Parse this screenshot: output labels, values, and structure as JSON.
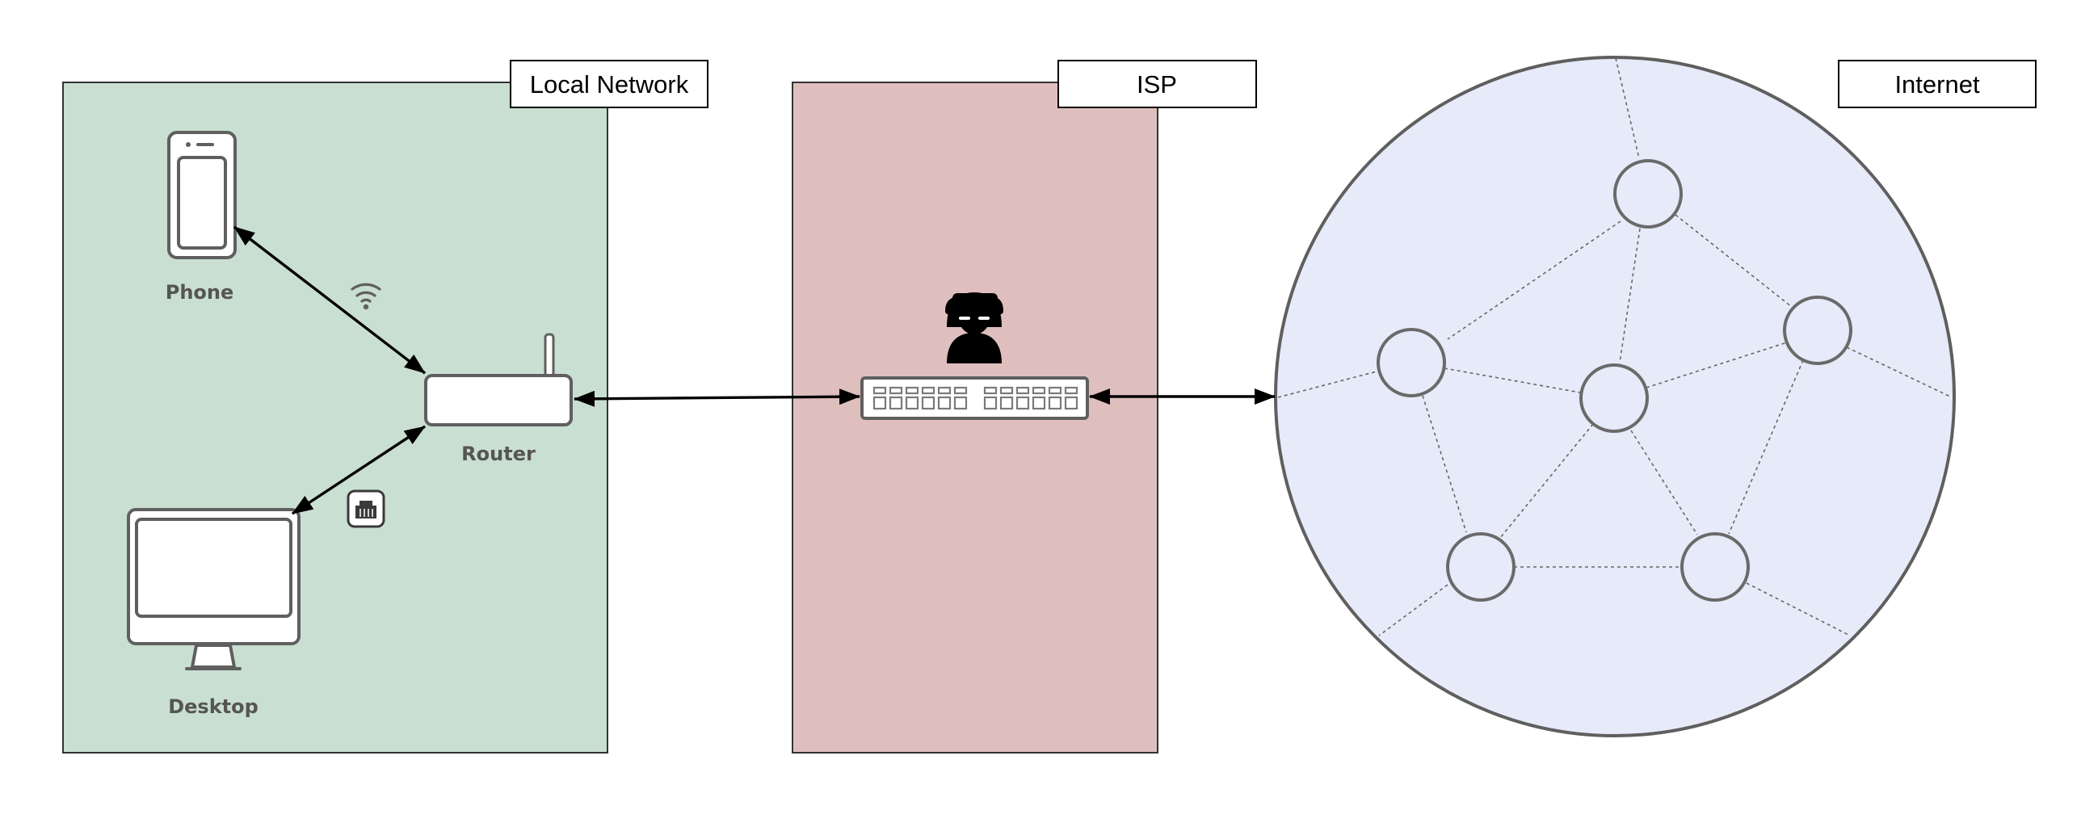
{
  "zones": {
    "local_network": {
      "title": "Local Network"
    },
    "isp": {
      "title": "ISP"
    },
    "internet": {
      "title": "Internet"
    }
  },
  "devices": {
    "phone": {
      "label": "Phone"
    },
    "router": {
      "label": "Router"
    },
    "desktop": {
      "label": "Desktop"
    }
  },
  "icons": {
    "wifi": "wifi-icon",
    "ethernet": "ethernet-port-icon",
    "spy": "spy-icon",
    "switch": "network-switch-icon"
  },
  "colors": {
    "local_network_fill": "#c9dfd1",
    "isp_fill": "#dfbfbe",
    "internet_fill": "#e7eaf8",
    "outline": "#5f5f5f",
    "arrow": "#000000"
  }
}
